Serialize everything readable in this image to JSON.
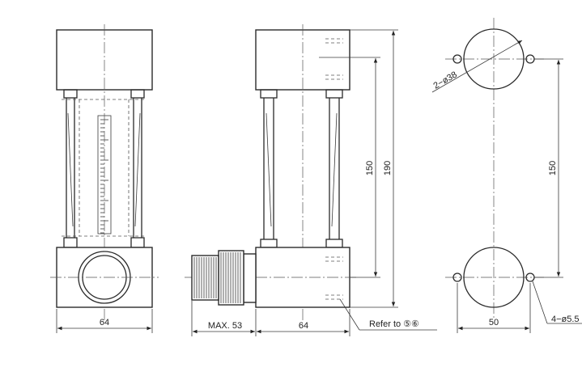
{
  "dimensions": {
    "front_width": "64",
    "side_max": "MAX. 53",
    "side_width": "64",
    "height_inner": "150",
    "height_overall": "190",
    "hole_spacing_vertical": "150",
    "hole_spacing_horizontal": "50",
    "large_hole": "2−ø38",
    "small_hole": "4−ø5.5"
  },
  "notes": {
    "refer": "Refer to ⑤⑥"
  }
}
